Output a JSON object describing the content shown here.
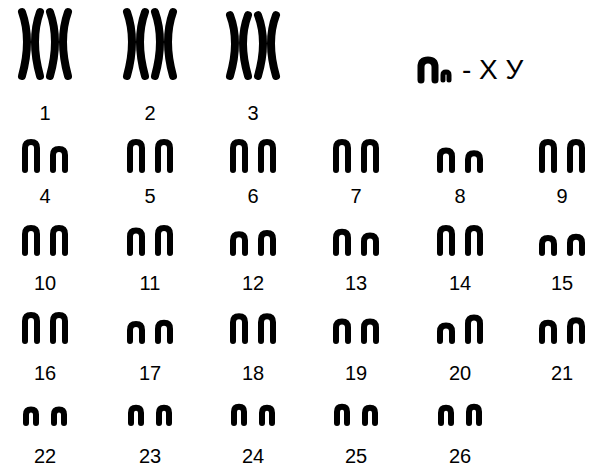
{
  "diagram": {
    "labels": [
      "1",
      "2",
      "3",
      "4",
      "5",
      "6",
      "7",
      "8",
      "9",
      "10",
      "11",
      "12",
      "13",
      "14",
      "15",
      "16",
      "17",
      "18",
      "19",
      "20",
      "21",
      "22",
      "23",
      "24",
      "25",
      "26",
      "- X У"
    ]
  }
}
